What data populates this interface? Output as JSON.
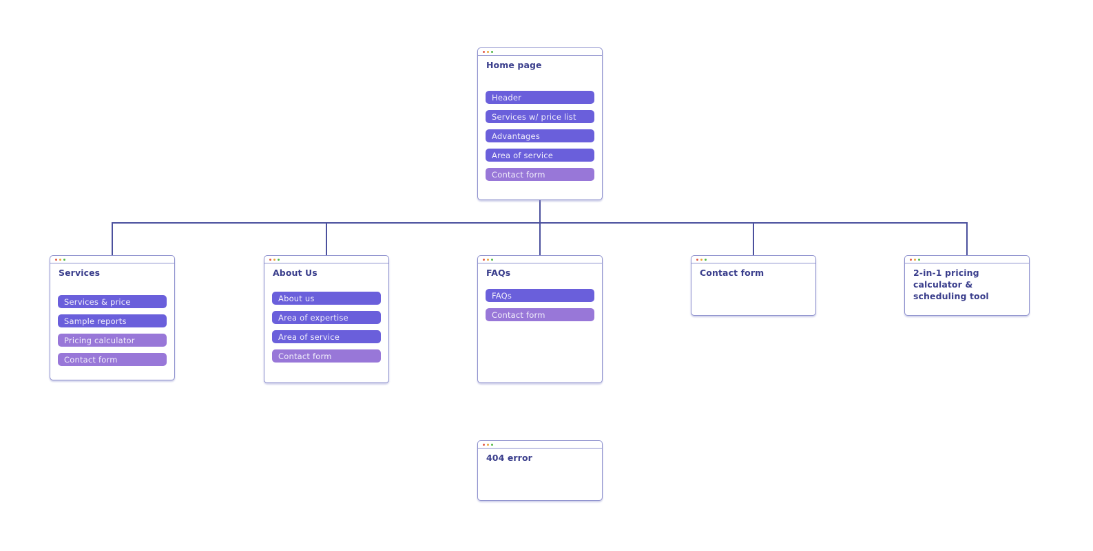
{
  "diagram": {
    "type": "sitemap",
    "colors": {
      "card_border": "#8d90cd",
      "line": "#4b509d",
      "title_text": "#3a3e8c",
      "button_primary": "#6a5fdb",
      "button_secondary": "#9877d8",
      "button_text": "#f2effb",
      "dot_red": "#e25a47",
      "dot_yellow": "#e9a63a",
      "dot_green": "#53b948"
    },
    "cards": {
      "home": {
        "title": "Home page",
        "buttons": [
          {
            "label": "Header",
            "variant": "primary"
          },
          {
            "label": "Services w/ price list",
            "variant": "primary"
          },
          {
            "label": "Advantages",
            "variant": "primary"
          },
          {
            "label": "Area of service",
            "variant": "primary"
          },
          {
            "label": "Contact form",
            "variant": "secondary"
          }
        ]
      },
      "services": {
        "title": "Services",
        "buttons": [
          {
            "label": "Services & price",
            "variant": "primary"
          },
          {
            "label": "Sample reports",
            "variant": "primary"
          },
          {
            "label": "Pricing calculator",
            "variant": "secondary"
          },
          {
            "label": "Contact form",
            "variant": "secondary"
          }
        ]
      },
      "about": {
        "title": "About Us",
        "buttons": [
          {
            "label": "About us",
            "variant": "primary"
          },
          {
            "label": "Area of expertise",
            "variant": "primary"
          },
          {
            "label": "Area of service",
            "variant": "primary"
          },
          {
            "label": "Contact form",
            "variant": "secondary"
          }
        ]
      },
      "faqs": {
        "title": "FAQs",
        "buttons": [
          {
            "label": "FAQs",
            "variant": "primary"
          },
          {
            "label": "Contact form",
            "variant": "secondary"
          }
        ]
      },
      "contact": {
        "title": "Contact form",
        "buttons": []
      },
      "tool": {
        "title": "2-in-1 pricing calculator & scheduling tool",
        "buttons": []
      },
      "error404": {
        "title": "404 error",
        "buttons": []
      }
    }
  }
}
